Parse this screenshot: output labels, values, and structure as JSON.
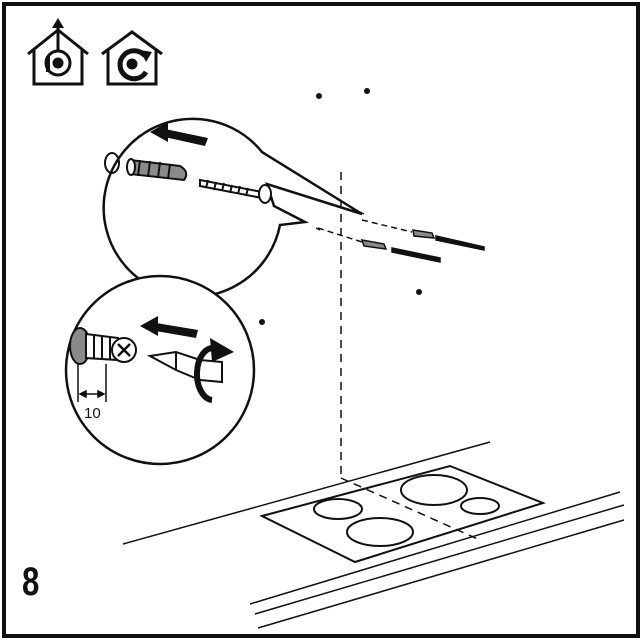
{
  "step": {
    "number": "8"
  },
  "mode_icons": [
    {
      "name": "extraction-mode-icon",
      "mode": "extraction"
    },
    {
      "name": "recirculation-mode-icon",
      "mode": "recirculation"
    }
  ],
  "detail_top": {
    "arrow_direction": "left",
    "items": [
      "washer",
      "wall-plug",
      "screw"
    ]
  },
  "detail_bottom": {
    "arrow_direction": "left",
    "dimension_label": "10",
    "tool": "screwdriver"
  },
  "colors": {
    "line": "#111111",
    "background": "#ffffff",
    "fill_gray": "#8a8a8a"
  }
}
